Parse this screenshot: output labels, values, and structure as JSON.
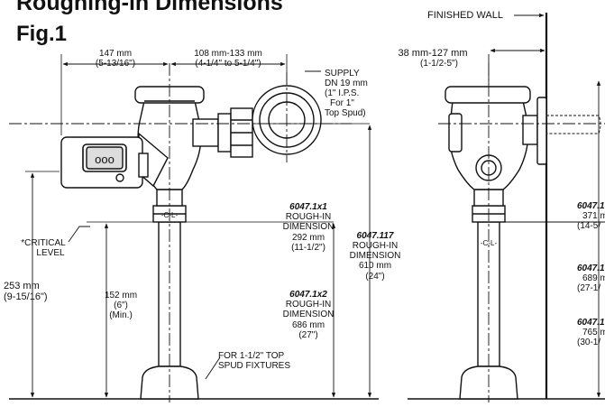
{
  "header": {
    "title": "Roughing-in Dimensions",
    "fig": "Fig.1"
  },
  "front": {
    "width_top": {
      "mm": "147 mm",
      "in": "(5-13/16\")"
    },
    "width_supply": {
      "mm": "108 mm-133 mm",
      "in": "(4-1/4\" to 5-1/4\")"
    },
    "supply": [
      "SUPPLY",
      "DN 19 mm",
      "(1\" I.P.S.",
      "For 1\"",
      "Top Spud)"
    ],
    "cl": "-C-L-",
    "critical": [
      "*CRITICAL",
      "LEVEL"
    ],
    "h253": {
      "mm": "253 mm",
      "in": "(9-15/16\")"
    },
    "h152": {
      "mm": "152 mm",
      "in": "(6\")",
      "min": "(Min.)"
    },
    "m1x1": {
      "model": "6047.1x1",
      "l1": "ROUGH-IN",
      "l2": "DIMENSION",
      "mm": "292 mm",
      "in": "(11-1/2\")"
    },
    "m117": {
      "model": "6047.117",
      "l1": "ROUGH-IN",
      "l2": "DIMENSION",
      "mm": "610 mm",
      "in": "(24\")"
    },
    "m1x2": {
      "model": "6047.1x2",
      "l1": "ROUGH-IN",
      "l2": "DIMENSION",
      "mm": "686 mm",
      "in": "(27\")"
    },
    "spud": [
      "FOR 1-1/2\" TOP",
      "SPUD FIXTURES"
    ],
    "sensor_window": "ooo"
  },
  "side": {
    "finished_wall": "FINISHED WALL",
    "wall_offset": {
      "mm": "38 mm-127 mm",
      "in": "(1-1/2-5\")"
    },
    "cl": "-C-L-",
    "r1": {
      "model": "6047.1",
      "mm": "371 m",
      "in": "(14-5/"
    },
    "r2": {
      "model": "6047.1",
      "mm": "689 m",
      "in": "(27-1/"
    },
    "r3": {
      "model": "6047.1",
      "mm": "765 m",
      "in": "(30-1/"
    }
  },
  "colors": {
    "line": "#111111",
    "fill": "#ffffff"
  }
}
